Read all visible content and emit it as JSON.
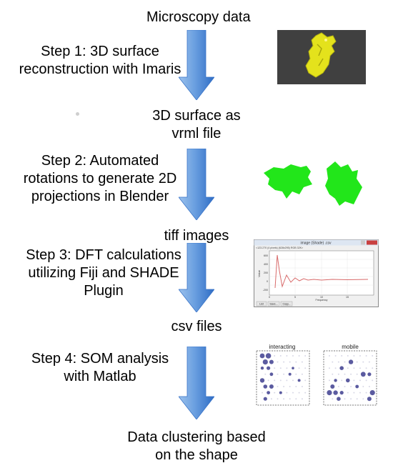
{
  "nodes": {
    "microscopy": "Microscopy data",
    "vrml_line1": "3D surface as",
    "vrml_line2": "vrml file",
    "tiff": "tiff images",
    "csv": "csv files",
    "result_line1": "Data clustering based",
    "result_line2": "on the shape"
  },
  "steps": [
    {
      "line1": "Step 1: 3D surface",
      "line2": "reconstruction with Imaris",
      "line3": ""
    },
    {
      "line1": "Step 2: Automated",
      "line2": "rotations to generate 2D",
      "line3": "projections in Blender"
    },
    {
      "line1": "Step 3: DFT calculations",
      "line2": "utilizing Fiji and SHADE",
      "line3": "Plugin"
    },
    {
      "line1": "Step 4: SOM analysis",
      "line2": "with Matlab",
      "line3": ""
    }
  ],
  "plot_window": {
    "title": "image (Shade) .csv",
    "info": "<123.270 (4 pixels) (628x295) RGB 32K>",
    "ylabel": "Value",
    "xlabel": "Frequency",
    "y_ticks": [
      "600",
      "400",
      "200",
      "0",
      "-200"
    ],
    "x_ticks": [
      "0",
      "5",
      "10",
      "15"
    ],
    "buttons": [
      "List",
      "Save...",
      "Copy..."
    ]
  },
  "som_panels": {
    "left_title": "interacting",
    "right_title": "mobile"
  },
  "colors": {
    "arrow_light": "#8db4e2",
    "arrow_dark": "#2e6cc4",
    "cell_yellow": "#e8e61a",
    "cell_green": "#22e61a",
    "som_dot": "#5b5ba0",
    "plot_line": "#d86a6a",
    "render_bg": "#404040"
  }
}
